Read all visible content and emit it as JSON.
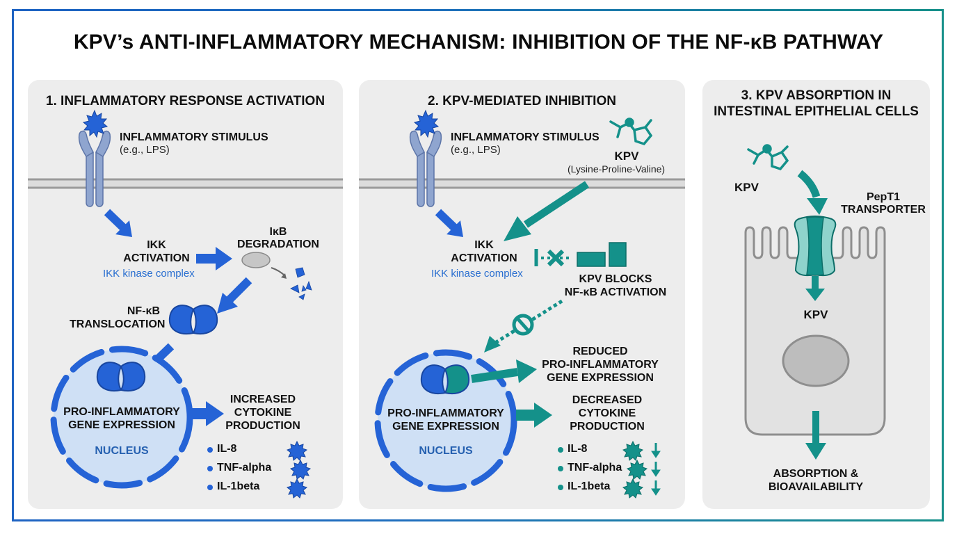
{
  "title": "KPV’s ANTI-INFLAMMATORY MECHANISM: INHIBITION OF THE NF-κB PATHWAY",
  "colors": {
    "blue_accent": "#2563d6",
    "teal_accent": "#14918a",
    "receptor": "#8fa5cf",
    "panel_bg": "#ededed",
    "nucleus_fill": "#cfe0f5"
  },
  "panel1": {
    "title": "1. INFLAMMATORY RESPONSE ACTIVATION",
    "stimulus_label": "INFLAMMATORY STIMULUS",
    "stimulus_example": "(e.g., LPS)",
    "ikk_label_line1": "IKK",
    "ikk_label_line2": "ACTIVATION",
    "ikk_sub": "IKK kinase complex",
    "ikb_line1": "IκB",
    "ikb_line2": "DEGRADATION",
    "nfkb_line1": "NF-κB",
    "nfkb_line2": "TRANSLOCATION",
    "nucleus_line1": "PRO-INFLAMMATORY",
    "nucleus_line2": "GENE EXPRESSION",
    "nucleus_label": "NUCLEUS",
    "cytokine_title_line1": "INCREASED",
    "cytokine_title_line2": "CYTOKINE",
    "cytokine_title_line3": "PRODUCTION",
    "cytokines": [
      "IL-8",
      "TNF-alpha",
      "IL-1beta"
    ]
  },
  "panel2": {
    "title": "2. KPV-MEDIATED INHIBITION",
    "stimulus_label": "INFLAMMATORY STIMULUS",
    "stimulus_example": "(e.g., LPS)",
    "kpv_label": "KPV",
    "kpv_full": "(Lysine-Proline-Valine)",
    "ikk_label_line1": "IKK",
    "ikk_label_line2": "ACTIVATION",
    "ikk_sub": "IKK kinase complex",
    "blocks_line1": "KPV BLOCKS",
    "blocks_line2": "NF-κB ACTIVATION",
    "reduced_line1": "REDUCED",
    "reduced_line2": "PRO-INFLAMMATORY",
    "reduced_line3": "GENE EXPRESSION",
    "nucleus_line1": "PRO-INFLAMMATORY",
    "nucleus_line2": "GENE EXPRESSION",
    "nucleus_label": "NUCLEUS",
    "cytokine_title_line1": "DECREASED",
    "cytokine_title_line2": "CYTOKINE",
    "cytokine_title_line3": "PRODUCTION",
    "cytokines": [
      "IL-8",
      "TNF-alpha",
      "IL-1beta"
    ]
  },
  "panel3": {
    "title_line1": "3. KPV ABSORPTION IN",
    "title_line2": "INTESTINAL EPITHELIAL CELLS",
    "kpv_label": "KPV",
    "transporter_line1": "PepT1",
    "transporter_line2": "TRANSPORTER",
    "kpv_inside": "KPV",
    "outcome_line1": "ABSORPTION &",
    "outcome_line2": "BIOAVAILABILITY"
  }
}
